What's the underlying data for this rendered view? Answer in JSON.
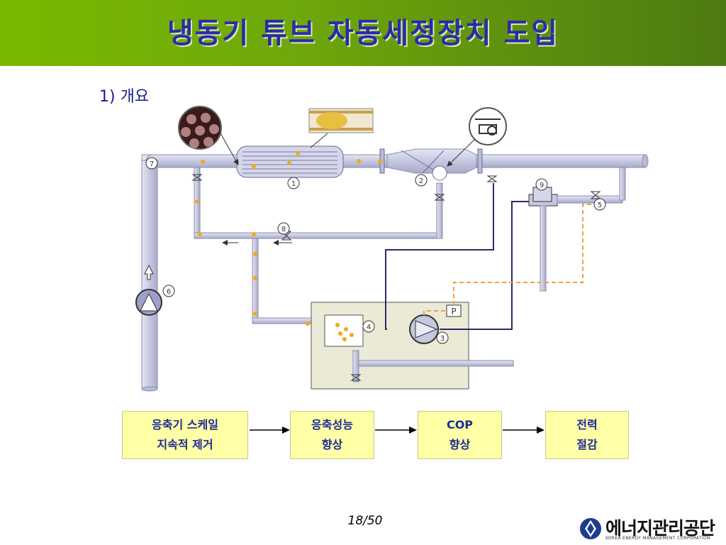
{
  "slide": {
    "title": "냉동기 튜브 자동세정장치 도입",
    "subtitle": "1) 개요",
    "page_number": "18/50"
  },
  "diagram": {
    "labels": [
      "①",
      "②",
      "③",
      "④",
      "⑤",
      "⑥",
      "⑦",
      "⑧",
      "⑨"
    ],
    "pressure_label": "P"
  },
  "flow": {
    "boxes": [
      {
        "line1": "응축기  스케일",
        "line2": "지속적 제거"
      },
      {
        "line1": "응축성능",
        "line2": "향상"
      },
      {
        "line1": "COP",
        "line2": "향상"
      },
      {
        "line1": "전력",
        "line2": "절감"
      }
    ]
  },
  "logo": {
    "name": "에너지관리공단",
    "sub": "KOREA ENERGY MANAGEMENT CORPORATION"
  },
  "colors": {
    "title_text": "#2b2ba8",
    "title_bar": "#7ab800",
    "pipe": "#c6c8e0",
    "flow_box": "#ffffa6",
    "ball": "#f2a81a"
  }
}
